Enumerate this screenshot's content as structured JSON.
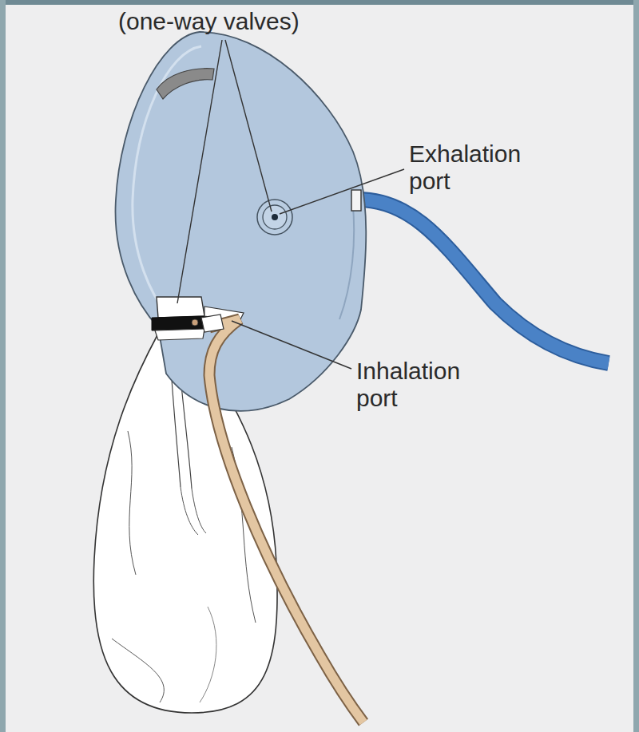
{
  "diagram": {
    "labels": [
      "(one-way valves)",
      "Exhalation port",
      "Inhalation port"
    ]
  }
}
